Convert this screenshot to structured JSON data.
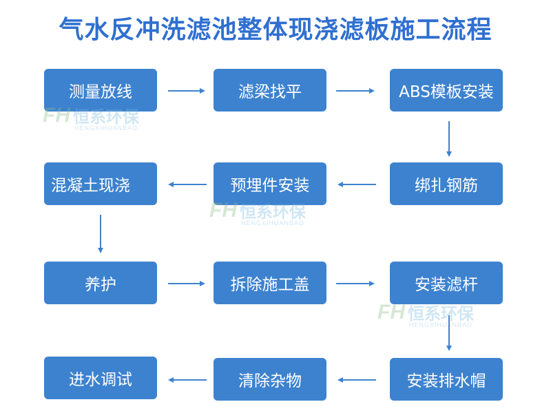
{
  "title": "气水反冲洗滤池整体现浇滤板施工流程",
  "steps": [
    "测量放线",
    "滤梁找平",
    "ABS模板安装",
    "绑扎钢筋",
    "预埋件安装",
    "混凝土现浇",
    "养护",
    "拆除施工盖",
    "安装滤杆",
    "安装排水帽",
    "清除杂物",
    "进水调试"
  ],
  "watermark": {
    "cn": "恒系环保",
    "en": "HENGXIHUANBAO"
  },
  "colors": {
    "box": "#3d82cf",
    "title": "#2f6fd0",
    "arrow": "#3d82cf"
  }
}
